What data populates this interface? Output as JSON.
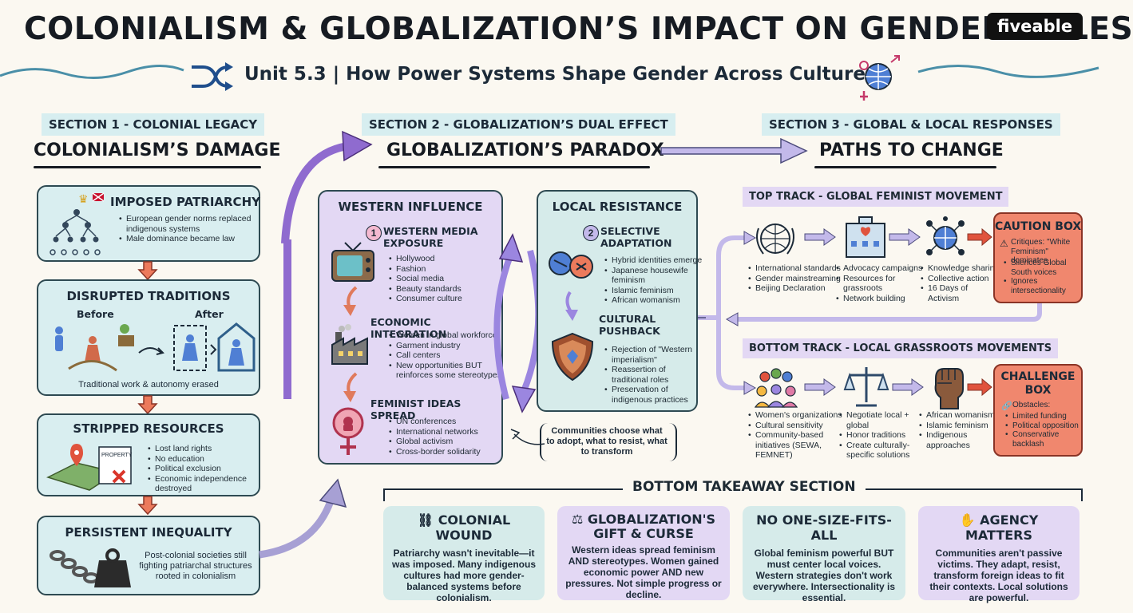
{
  "header": {
    "title": "COLONIALISM & GLOBALIZATION’S IMPACT ON GENDER ROLES",
    "subtitle": "Unit 5.3 | How Power Systems Shape Gender Across Cultures.",
    "logo": "fiveable"
  },
  "section1": {
    "label": "SECTION 1 - COLONIAL LEGACY",
    "heading": "COLONIALISM’S DAMAGE",
    "boxes": [
      {
        "title": "IMPOSED PATRIARCHY",
        "icon": "hierarchy-crown-icon",
        "bullets": [
          "European gender norms replaced indigenous systems",
          "Male dominance became law"
        ]
      },
      {
        "title": "DISRUPTED TRADITIONS",
        "before": "Before",
        "after": "After",
        "caption": "Traditional work & autonomy erased"
      },
      {
        "title": "STRIPPED RESOURCES",
        "paper": "PROPERTY",
        "bullets": [
          "Lost land rights",
          "No education",
          "Political exclusion",
          "Economic independence destroyed"
        ]
      },
      {
        "title": "PERSISTENT INEQUALITY",
        "text": "Post-colonial societies still fighting patriarchal structures rooted in colonialism"
      }
    ]
  },
  "section2": {
    "label": "SECTION 2 - GLOBALIZATION’S DUAL EFFECT",
    "heading": "GLOBALIZATION’S PARADOX",
    "western": {
      "title": "WESTERN INFLUENCE",
      "items": [
        {
          "num": "1",
          "title": "WESTERN MEDIA EXPOSURE",
          "bullets": [
            "Hollywood",
            "Fashion",
            "Social media",
            "Beauty standards",
            "Consumer culture"
          ]
        },
        {
          "title": "ECONOMIC INTEGRATION",
          "bullets": [
            "Women in global workforce",
            "Garment industry",
            "Call centers",
            "New opportunities BUT reinforces some stereotypes"
          ]
        },
        {
          "title": "FEMINIST IDEAS SPREAD",
          "bullets": [
            "UN conferences",
            "International networks",
            "Global activism",
            "Cross-border solidarity"
          ]
        }
      ]
    },
    "local": {
      "title": "LOCAL RESISTANCE",
      "items": [
        {
          "num": "2",
          "title": "SELECTIVE ADAPTATION",
          "bullets": [
            "Hybrid identities emerge",
            "Japanese housewife feminism",
            "Islamic feminism",
            "African womanism"
          ]
        },
        {
          "title": "CULTURAL PUSHBACK",
          "bullets": [
            "Rejection of \"Western imperialism\"",
            "Reassertion of traditional roles",
            "Preservation of indigenous practices"
          ]
        }
      ]
    },
    "note": "Communities choose what to adopt, what to resist, what to transform"
  },
  "section3": {
    "label": "SECTION 3 - GLOBAL & LOCAL RESPONSES",
    "heading": "PATHS TO CHANGE",
    "top_track": {
      "label": "TOP TRACK - GLOBAL FEMINIST MOVEMENT",
      "columns": [
        {
          "icon": "un-emblem-icon",
          "bullets": [
            "International standards",
            "Gender mainstreaming",
            "Beijing Declaration"
          ]
        },
        {
          "icon": "building-icon",
          "bullets": [
            "Advocacy campaigns",
            "Resources for grassroots",
            "Network building"
          ]
        },
        {
          "icon": "network-globe-icon",
          "bullets": [
            "Knowledge sharing",
            "Collective action",
            "16 Days of Activism"
          ]
        }
      ],
      "box": {
        "title": "CAUTION BOX",
        "lead": "Critiques: \"White Feminism\" dominates",
        "bullets": [
          "Silences Global South voices",
          "Ignores intersectionality"
        ]
      }
    },
    "bottom_track": {
      "label": "BOTTOM TRACK - LOCAL GRASSROOTS MOVEMENTS",
      "columns": [
        {
          "icon": "community-icon",
          "bullets": [
            "Women's organizations",
            "Cultural sensitivity",
            "Community-based initiatives (SEWA, FEMNET)"
          ]
        },
        {
          "icon": "scales-icon",
          "bullets": [
            "Negotiate local + global",
            "Honor traditions",
            "Create culturally-specific solutions"
          ]
        },
        {
          "icon": "raised-fist-icon",
          "bullets": [
            "African womanism",
            "Islamic feminism",
            "Indigenous approaches"
          ]
        }
      ],
      "box": {
        "title": "CHALLENGE BOX",
        "lead": "Obstacles:",
        "bullets": [
          "Limited funding",
          "Political opposition",
          "Conservative backlash"
        ]
      }
    }
  },
  "takeaway": {
    "label": "BOTTOM TAKEAWAY SECTION",
    "cards": [
      {
        "title": "COLONIAL WOUND",
        "body": "Patriarchy wasn't inevitable—it was imposed. Many indigenous cultures had more gender-balanced systems before colonialism.",
        "color": "#d6ebea"
      },
      {
        "title": "GLOBALIZATION'S GIFT & CURSE",
        "body": "Western ideas spread feminism AND stereotypes. Women gained economic power AND new pressures. Not simple progress or decline.",
        "color": "#e3d8f4"
      },
      {
        "title": "NO ONE-SIZE-FITS-ALL",
        "body": "Global feminism powerful BUT must center local voices. Western strategies don't work everywhere. Intersectionality is essential.",
        "color": "#d6ebea"
      },
      {
        "title": "AGENCY MATTERS",
        "body": "Communities aren't passive victims. They adapt, resist, transform foreign ideas to fit their contexts. Local solutions are powerful.",
        "color": "#e3d8f4"
      }
    ]
  }
}
